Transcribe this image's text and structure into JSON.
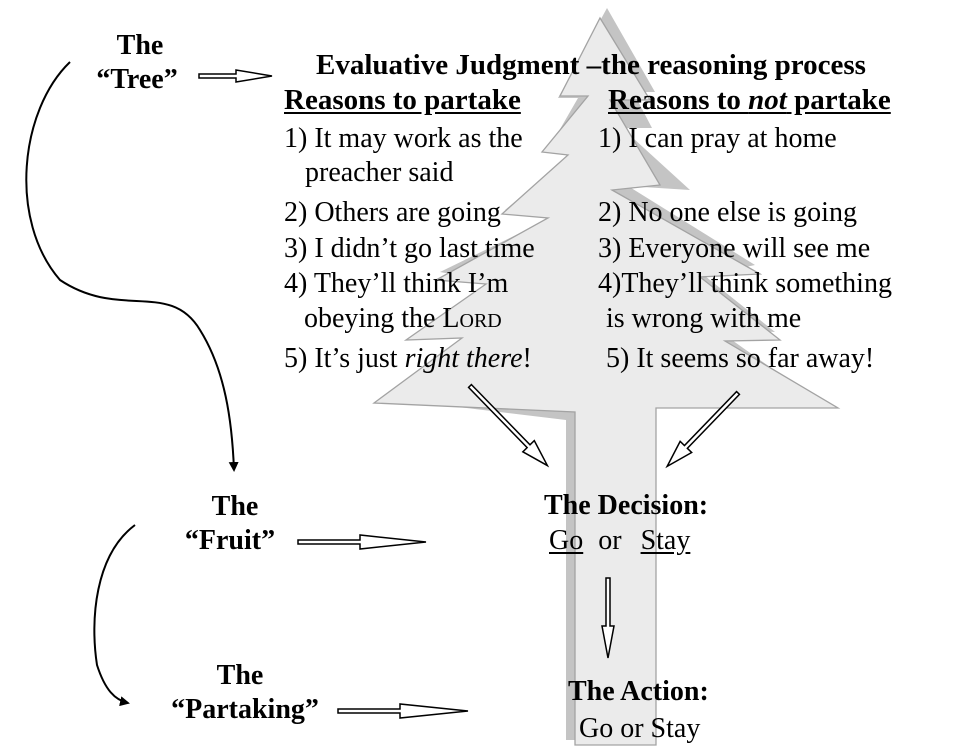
{
  "labels": {
    "tree": [
      "The",
      "“Tree”"
    ],
    "fruit": [
      "The",
      "“Fruit”"
    ],
    "partaking": [
      "The",
      "“Partaking”"
    ]
  },
  "title": "Evaluative Judgment –the reasoning process",
  "left_col": {
    "header": "Reasons to partake",
    "items": [
      "1) It may work as the",
      "preacher said",
      "2) Others are going",
      "3) I didn’t go last time",
      "4) They’ll think I’m",
      "obeying the ",
      "Lord",
      "5) It’s just ",
      "right there",
      "!"
    ]
  },
  "right_col": {
    "header_pre": "Reasons to ",
    "header_em": "not",
    "header_post": " partake",
    "items": [
      "1) I can pray at home",
      "2) No one else is going",
      "3) Everyone will see me",
      "4)They’ll think something",
      "is wrong with me",
      "5) It seems so far away!"
    ]
  },
  "decision": {
    "title": "The Decision:",
    "opt1": "Go",
    "or": "or",
    "opt2": "Stay"
  },
  "action": {
    "title": "The Action:",
    "text": "Go or Stay"
  }
}
